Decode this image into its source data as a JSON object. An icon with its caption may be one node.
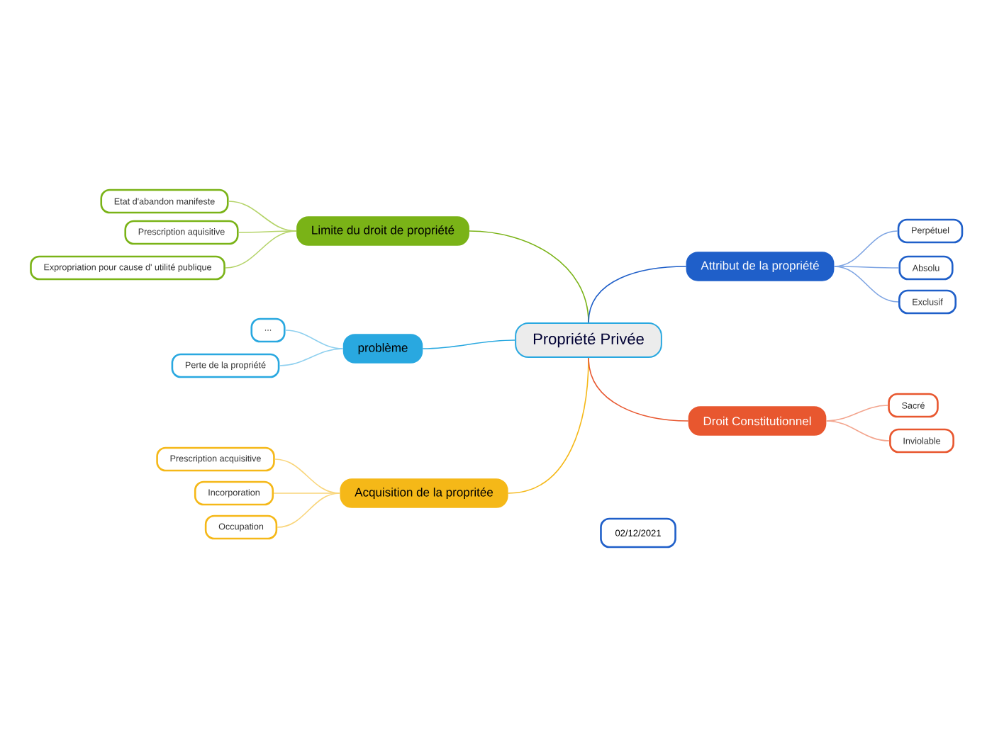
{
  "diagram": {
    "nodes": [
      {
        "text": [
          "Propriété Privée"
        ]
      },
      {
        "text": [
          "Limite du droit de propriété"
        ]
      },
      {
        "text": [
          "Etat d'abandon manifeste"
        ]
      },
      {
        "text": [
          "Prescription aquisitive"
        ]
      },
      {
        "text": [
          "Expropriation pour cause d' utilité publique"
        ]
      },
      {
        "text": [
          "problème"
        ]
      },
      {
        "text": [
          "..."
        ]
      },
      {
        "text": [
          "Perte de la propriété"
        ]
      },
      {
        "text": [
          "Acquisition de la propritée"
        ]
      },
      {
        "text": [
          "Prescription acquisitive"
        ]
      },
      {
        "text": [
          "Incorporation"
        ]
      },
      {
        "text": [
          "Occupation"
        ]
      },
      {
        "text": [
          "Attribut de la propriété"
        ]
      },
      {
        "text": [
          "Perpétuel"
        ]
      },
      {
        "text": [
          "Absolu"
        ]
      },
      {
        "text": [
          "Exclusif"
        ]
      },
      {
        "text": [
          "Droit Constitutionnel"
        ]
      },
      {
        "text": [
          "Sacré"
        ]
      },
      {
        "text": [
          "Inviolable"
        ]
      },
      {
        "text": [
          "02/12/2021"
        ]
      }
    ],
    "edges": [
      {
        "from": 0,
        "to": 1,
        "arrow": "none",
        "color": "#7ab317"
      },
      {
        "from": 1,
        "to": 2,
        "arrow": "none",
        "color": "#b5d46a"
      },
      {
        "from": 1,
        "to": 3,
        "arrow": "none",
        "color": "#b5d46a"
      },
      {
        "from": 1,
        "to": 4,
        "arrow": "none",
        "color": "#b5d46a"
      },
      {
        "from": 0,
        "to": 5,
        "arrow": "none",
        "color": "#29a8e0"
      },
      {
        "from": 5,
        "to": 6,
        "arrow": "none",
        "color": "#8fd0ef"
      },
      {
        "from": 5,
        "to": 7,
        "arrow": "none",
        "color": "#8fd0ef"
      },
      {
        "from": 0,
        "to": 8,
        "arrow": "none",
        "color": "#f5b818"
      },
      {
        "from": 8,
        "to": 9,
        "arrow": "none",
        "color": "#f9d57a"
      },
      {
        "from": 8,
        "to": 10,
        "arrow": "none",
        "color": "#f9d57a"
      },
      {
        "from": 8,
        "to": 11,
        "arrow": "none",
        "color": "#f9d57a"
      },
      {
        "from": 0,
        "to": 12,
        "arrow": "none",
        "color": "#1f5fc9"
      },
      {
        "from": 12,
        "to": 13,
        "arrow": "none",
        "color": "#7fa5e3"
      },
      {
        "from": 12,
        "to": 14,
        "arrow": "none",
        "color": "#7fa5e3"
      },
      {
        "from": 12,
        "to": 15,
        "arrow": "none",
        "color": "#7fa5e3"
      },
      {
        "from": 0,
        "to": 16,
        "arrow": "none",
        "color": "#e8572f"
      },
      {
        "from": 16,
        "to": 17,
        "arrow": "none",
        "color": "#f3a58e"
      },
      {
        "from": 16,
        "to": 18,
        "arrow": "none",
        "color": "#f3a58e"
      }
    ]
  }
}
